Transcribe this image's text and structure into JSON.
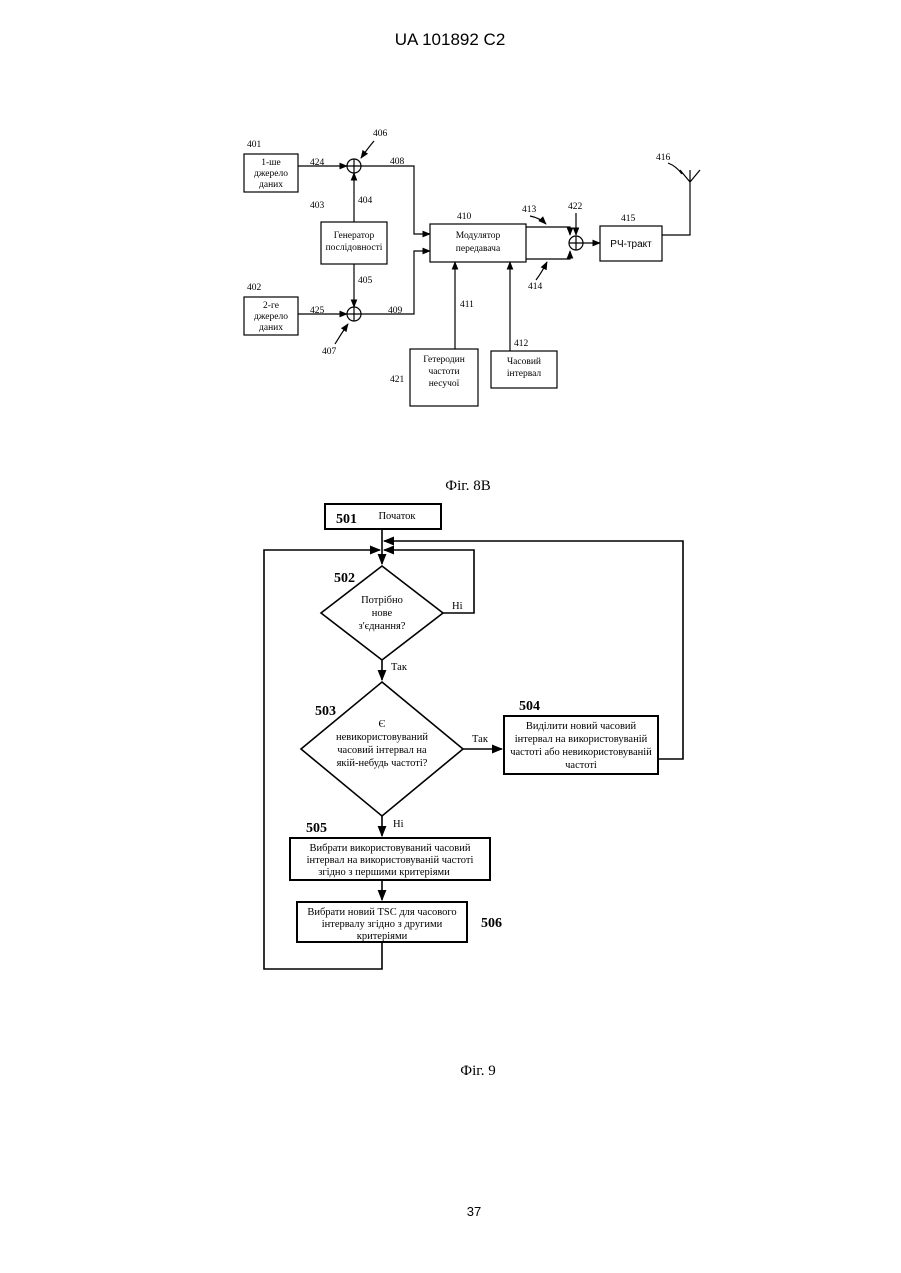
{
  "header": {
    "patent_id": "UA   101892   C2"
  },
  "fig8b": {
    "caption": "Фіг. 8В",
    "source1": {
      "ref": "401",
      "lines": [
        "1-ше",
        "джерело",
        "даних"
      ]
    },
    "source2": {
      "ref": "402",
      "lines": [
        "2-ге",
        "джерело",
        "даних"
      ]
    },
    "seq_gen": {
      "ref": "403",
      "lines": [
        "Генератор",
        "послідовності"
      ]
    },
    "modulator": {
      "ref": "410",
      "lines": [
        "Модулятор",
        "передавача"
      ]
    },
    "rf_path": {
      "ref": "415",
      "label": "РЧ-тракт"
    },
    "carrier_osc": {
      "ref": "421",
      "lines": [
        "Гетеродин",
        "частоти",
        "несучої"
      ]
    },
    "timeslot": {
      "ref": "412",
      "lines": [
        "Часовий",
        "інтервал"
      ]
    },
    "refs": {
      "r404": "404",
      "r405": "405",
      "r406": "406",
      "r407": "407",
      "r408": "408",
      "r409": "409",
      "r411": "411",
      "r413": "413",
      "r414": "414",
      "r416": "416",
      "r422": "422",
      "r424": "424",
      "r425": "425"
    }
  },
  "fig9": {
    "caption": "Фіг. 9",
    "start": {
      "ref": "501",
      "label": "Початок"
    },
    "decision1": {
      "ref": "502",
      "lines": [
        "Потрібно",
        "нове",
        "з'єднання?"
      ],
      "no": "Ні",
      "yes": "Так"
    },
    "decision2": {
      "ref": "503",
      "lines": [
        "Є",
        "невикористовуваний",
        "часовий інтервал на",
        "якій-небудь частоті?"
      ],
      "yes": "Так",
      "no": "Ні"
    },
    "box504": {
      "ref": "504",
      "lines": [
        "Виділити новий часовий",
        "інтервал на використовуваній",
        "частоті або невикористовуваній",
        "частоті"
      ]
    },
    "box505": {
      "ref": "505",
      "lines": [
        "Вибрати використовуваний часовий",
        "інтервал на використовуваній частоті",
        "згідно з першими критеріями"
      ]
    },
    "box506": {
      "ref": "506",
      "lines": [
        "Вибрати новий TSC для часового",
        "інтервалу згідно з другими",
        "критеріями"
      ]
    }
  },
  "page_number": "37"
}
